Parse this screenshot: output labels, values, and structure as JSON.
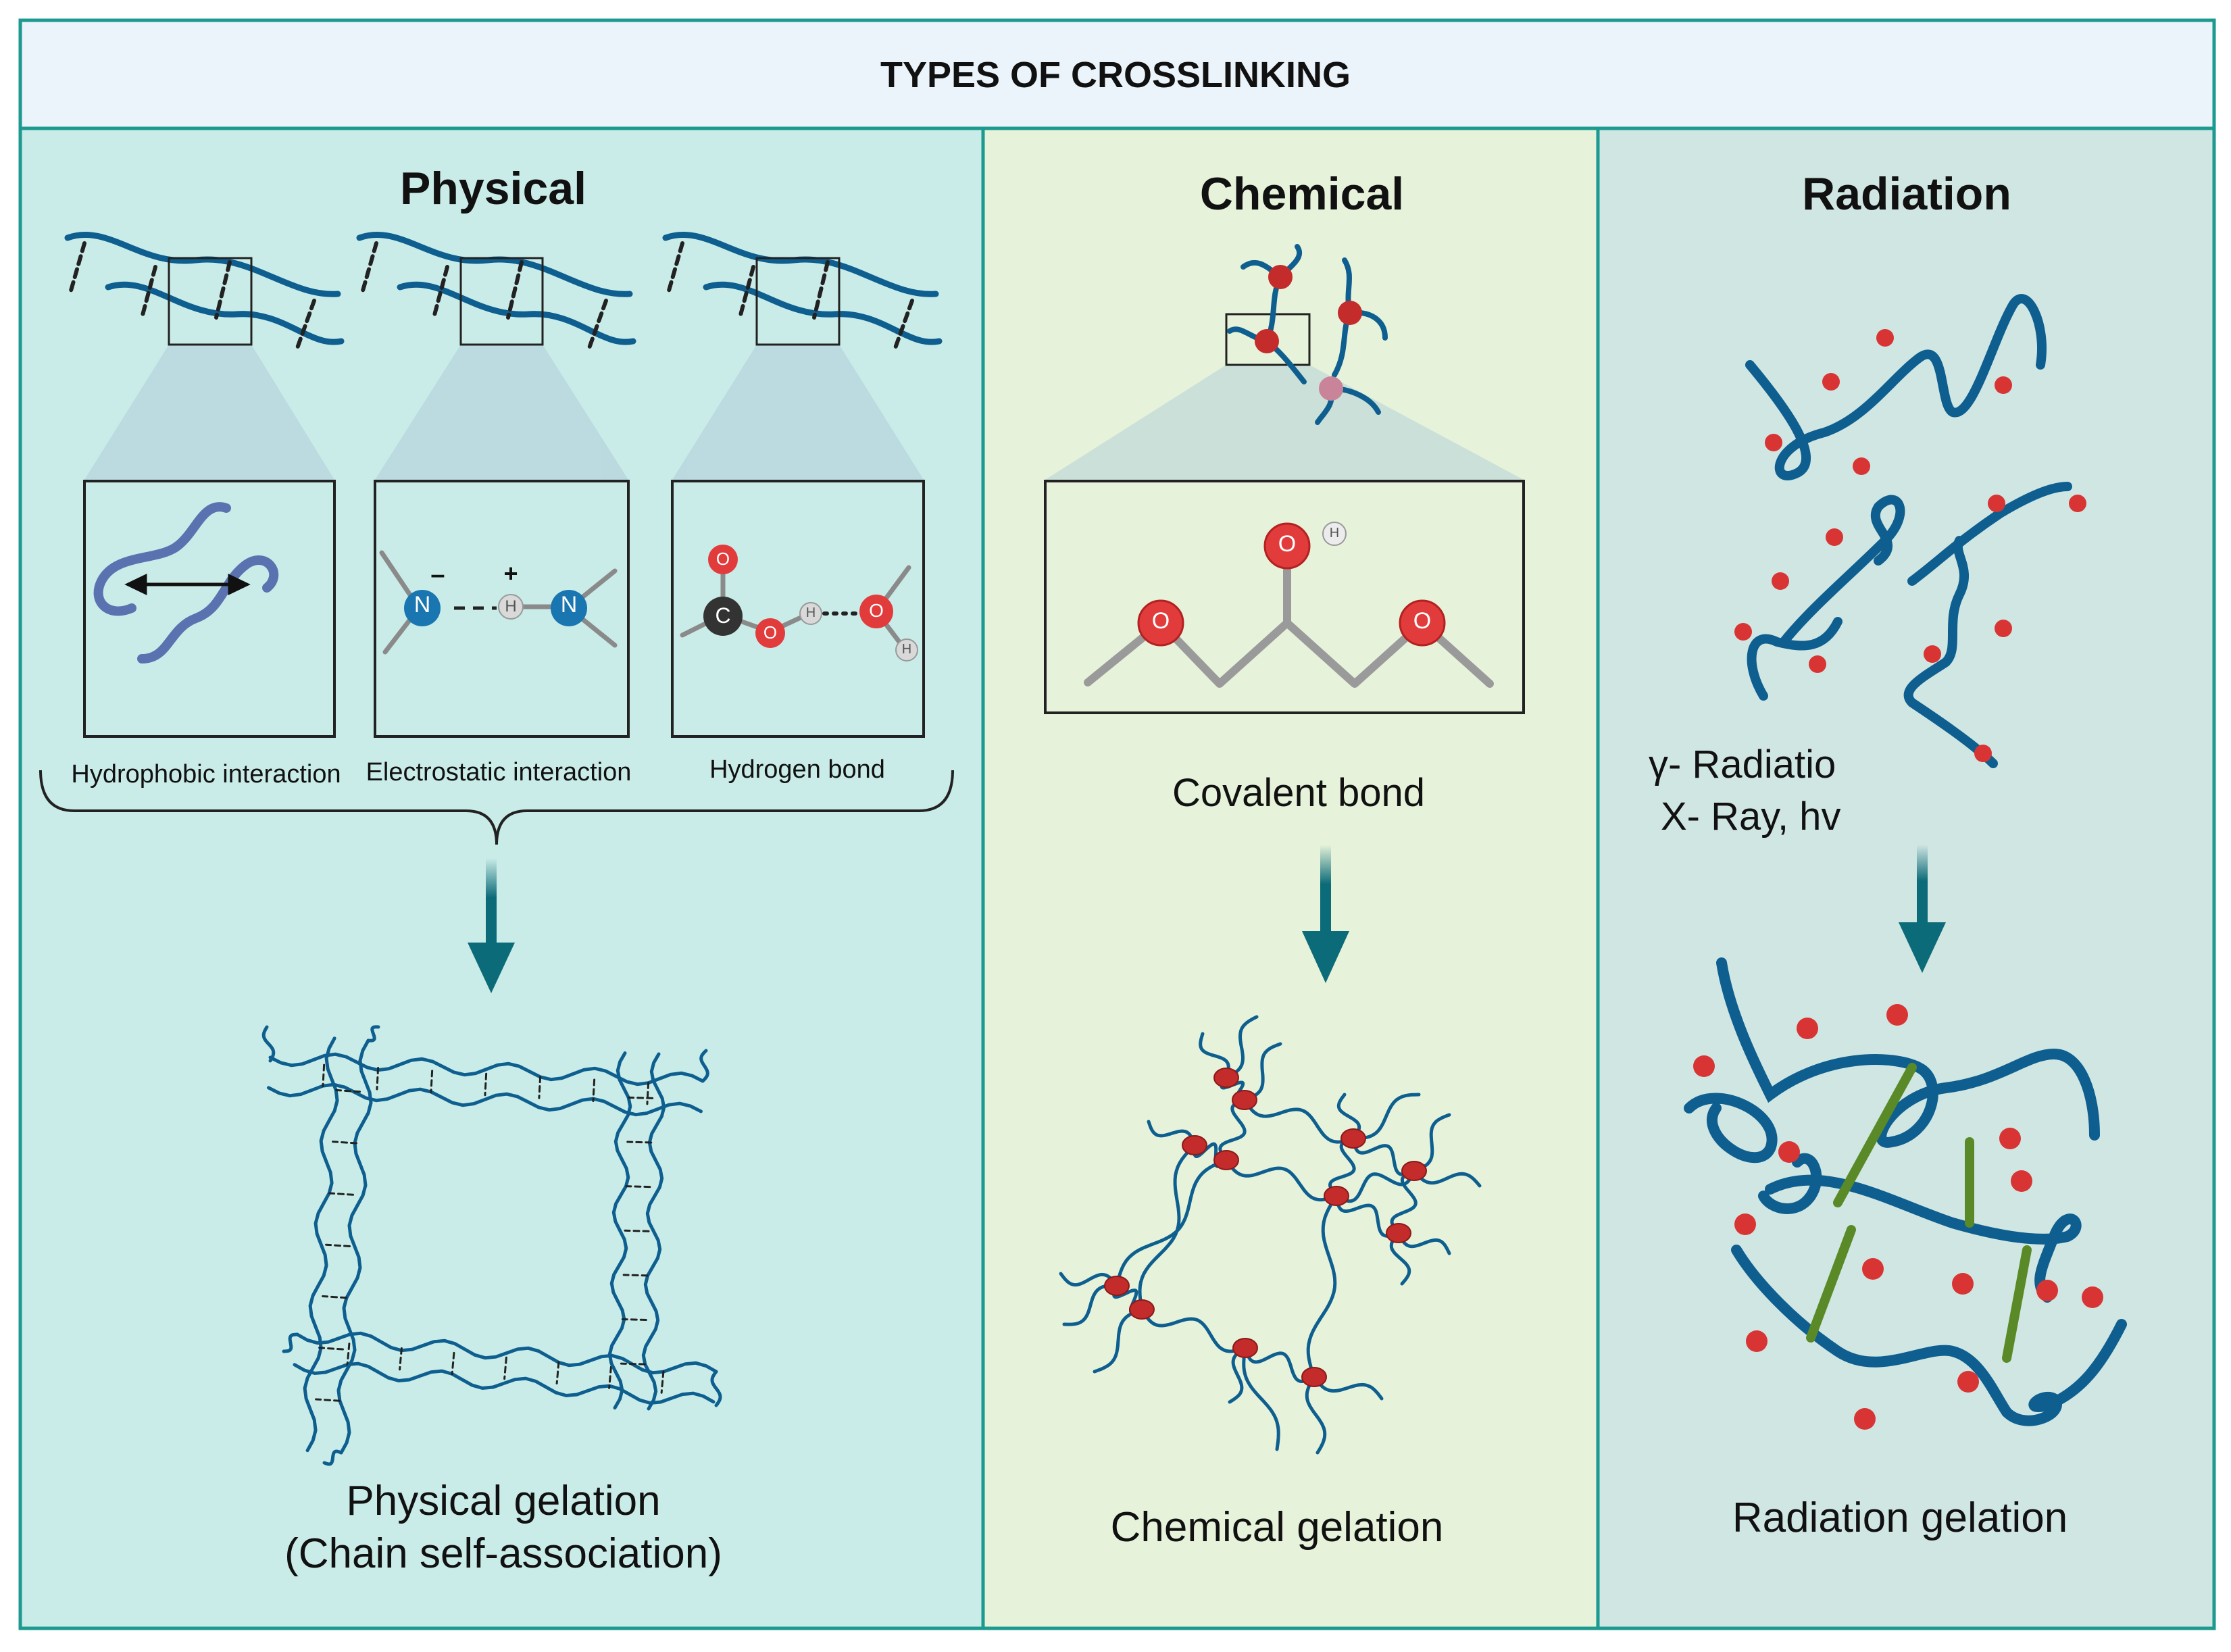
{
  "title": "TYPES OF CROSSLINKING",
  "colors": {
    "frame": "#1c9a90",
    "physical_bg": "#c9ece8",
    "chemical_bg": "#e6f3da",
    "radiation_bg": "#d0e6e3",
    "header_bg": "#ecf4fb",
    "polymer": "#0e5f8f",
    "crosslink_dot": "#d83434",
    "radiation_bond": "#5a8a27",
    "arrow": "#0c6b78"
  },
  "panels": {
    "physical": {
      "heading": "Physical",
      "interactions": [
        {
          "label": "Hydrophobic interaction"
        },
        {
          "label": "Electrostatic interaction",
          "atom_n": "N",
          "atom_h": "H",
          "charge_minus": "–",
          "charge_plus": "+"
        },
        {
          "label": "Hydrogen bond",
          "atom_o": "O",
          "atom_c": "C",
          "atom_h": "H"
        }
      ],
      "result_line1": "Physical gelation",
      "result_line2": "(Chain self-association)"
    },
    "chemical": {
      "heading": "Chemical",
      "atom_o": "O",
      "atom_h": "H",
      "bond_label": "Covalent bond",
      "result": "Chemical gelation"
    },
    "radiation": {
      "heading": "Radiation",
      "source_line1": "γ- Radiatio",
      "source_line2": "X- Ray, hv",
      "result": "Radiation gelation"
    }
  }
}
